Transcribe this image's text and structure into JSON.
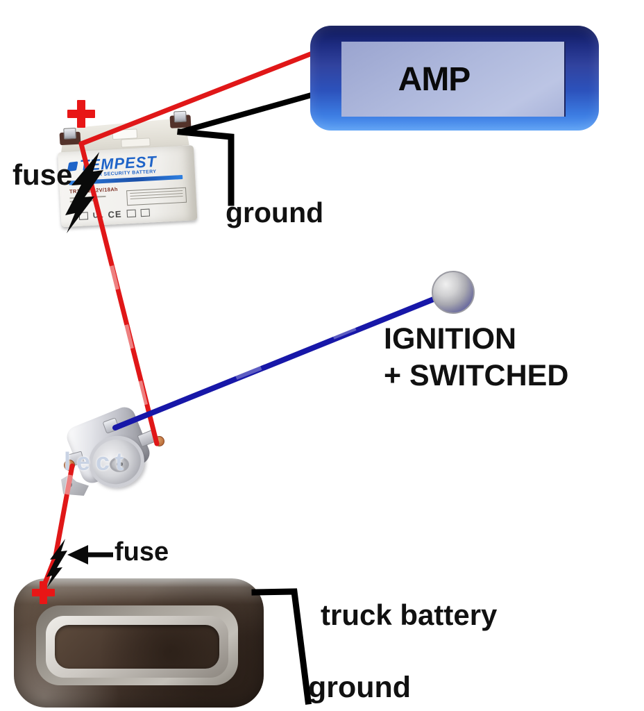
{
  "diagram": {
    "amp": {
      "label": "AMP"
    },
    "aux_battery": {
      "brand": "TEMPEST",
      "subtitle": "POWER SECURITY BATTERY",
      "model": "TR18-12  12V/18Ah",
      "cert_1": "UL",
      "cert_2": "CE",
      "polarity_symbol": "+"
    },
    "truck_battery": {
      "polarity_symbol": "+"
    },
    "labels": {
      "fuse_top": "fuse",
      "ground_top": "ground",
      "ignition_line1": "IGNITION",
      "ignition_line2": "+ SWITCHED",
      "fuse_bottom": "fuse",
      "truck_battery": "truck battery",
      "ground_bottom": "ground"
    },
    "watermark": "lect",
    "icons": {
      "fuse": "lightning-bolt",
      "arrow": "left-arrow",
      "plus": "plus-cross"
    },
    "colors": {
      "wire_positive": "#e01718",
      "wire_ground": "#000000",
      "wire_ignition_switched": "#1717a8",
      "plus_symbol": "#e81616",
      "tempest_blue": "#1f64c8",
      "amp_panel": "#aeb8dc",
      "amp_frame_top": "#0d1656",
      "amp_frame_bottom": "#5aa0f5"
    }
  }
}
